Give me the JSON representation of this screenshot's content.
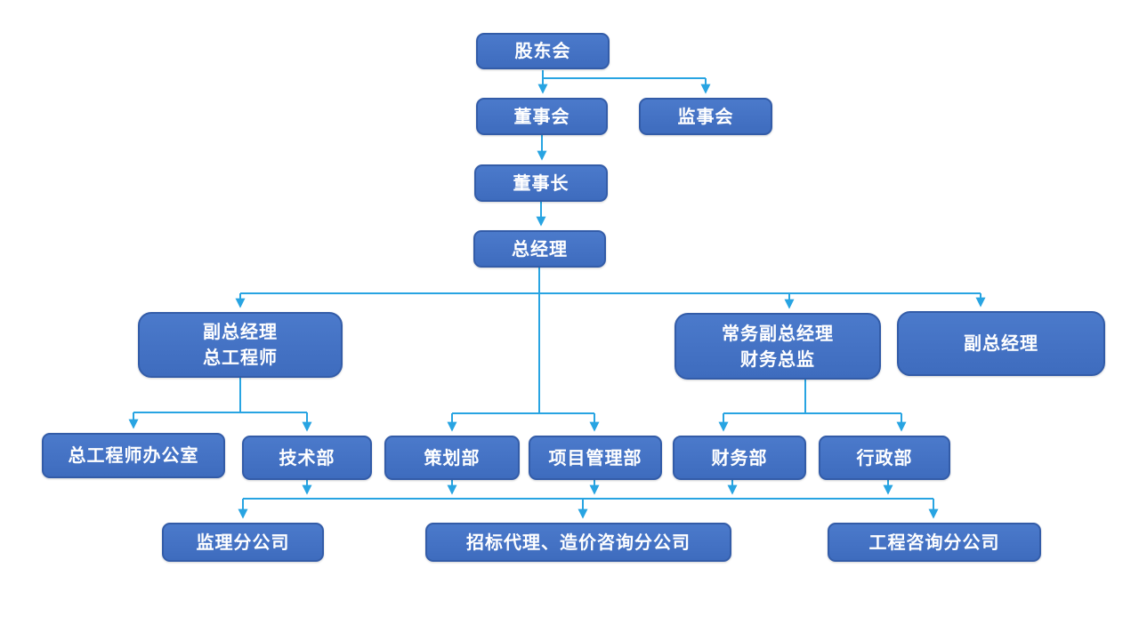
{
  "chart_title": "",
  "colors": {
    "box_fill": "#4472C4",
    "box_border": "#335CA8",
    "box_text": "#FFFFFF",
    "connector": "#28A4E2",
    "background": "#FFFFFF"
  },
  "nodes": [
    {
      "id": "shareholders-meeting",
      "lines": [
        "股东会"
      ]
    },
    {
      "id": "board-of-directors",
      "lines": [
        "董事会"
      ]
    },
    {
      "id": "supervisory-board",
      "lines": [
        "监事会"
      ]
    },
    {
      "id": "chairman",
      "lines": [
        "董事长"
      ]
    },
    {
      "id": "general-manager",
      "lines": [
        "总经理"
      ]
    },
    {
      "id": "deputy-gm-chief-engineer",
      "lines": [
        "副总经理",
        "总工程师"
      ]
    },
    {
      "id": "exec-deputy-gm-finance-director",
      "lines": [
        "常务副总经理",
        "财务总监"
      ]
    },
    {
      "id": "deputy-general-manager",
      "lines": [
        "副总经理"
      ]
    },
    {
      "id": "chief-engineer-office",
      "lines": [
        "总工程师办公室"
      ]
    },
    {
      "id": "technology-dept",
      "lines": [
        "技术部"
      ]
    },
    {
      "id": "planning-dept",
      "lines": [
        "策划部"
      ]
    },
    {
      "id": "project-management-dept",
      "lines": [
        "项目管理部"
      ]
    },
    {
      "id": "finance-dept",
      "lines": [
        "财务部"
      ]
    },
    {
      "id": "administration-dept",
      "lines": [
        "行政部"
      ]
    },
    {
      "id": "supervision-branch",
      "lines": [
        "监理分公司"
      ]
    },
    {
      "id": "bidding-agency-cost-consulting-branch",
      "lines": [
        "招标代理、造价咨询分公司"
      ]
    },
    {
      "id": "engineering-consulting-branch",
      "lines": [
        "工程咨询分公司"
      ]
    }
  ]
}
